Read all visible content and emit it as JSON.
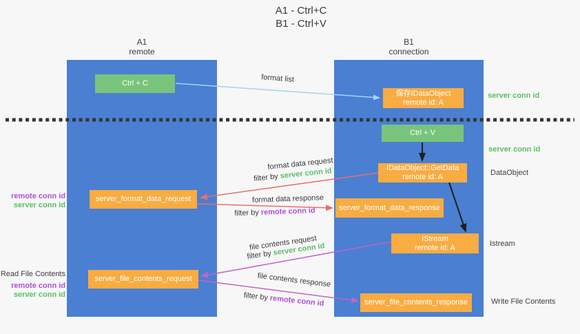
{
  "title": {
    "line1": "A1 - Ctrl+C",
    "line2": "B1 - Ctrl+V"
  },
  "lanes": {
    "a": {
      "name": "A1",
      "subtitle": "remote"
    },
    "b": {
      "name": "B1",
      "subtitle": "connection"
    }
  },
  "nodes": {
    "ctrl_c": {
      "label": "Ctrl + C"
    },
    "ctrl_v": {
      "label": "Ctrl + V"
    },
    "save_dataobject": {
      "line1": "保存IDataObject",
      "line2": "remote id: A"
    },
    "getdata": {
      "line1": "IDataObject::GetData",
      "line2": "remote id: A"
    },
    "istream": {
      "line1": "IStream",
      "line2": "remote id: A"
    },
    "format_request": {
      "label": "server_format_data_request"
    },
    "format_response": {
      "label": "server_format_data_response"
    },
    "file_request": {
      "label": "server_file_contents_request"
    },
    "file_response": {
      "label": "server_file_contents_response"
    }
  },
  "side_labels": {
    "server_conn_id_top": "server conn id",
    "server_conn_id_mid": "server conn id",
    "dataobject": "DataObject",
    "istream": "Istream",
    "read_file_contents": "Read File Contents",
    "write_file_contents": "Write File Contents",
    "pair_top": {
      "remote": "remote conn id",
      "server": "server conn id"
    },
    "pair_bottom": {
      "remote": "remote conn id",
      "server": "server conn id"
    }
  },
  "edge_labels": {
    "format_list": "format list",
    "format_data_request": "format data request",
    "filter_by_server_1": {
      "prefix": "filter by ",
      "value": "server conn id"
    },
    "format_data_response": "format data response",
    "filter_by_remote_1": {
      "prefix": "filter by ",
      "value": "remote conn id"
    },
    "file_contents_request": "file contents request",
    "filter_by_server_2": {
      "prefix": "filter by ",
      "value": "server conn id"
    },
    "file_contents_response": "file contents response",
    "filter_by_remote_2": {
      "prefix": "filter by ",
      "value": "remote conn id"
    }
  },
  "colors": {
    "lane_blue": "#4a7fd2",
    "node_orange": "#f8ac42",
    "node_green": "#79c47c",
    "text_green": "#5abf66",
    "text_purple": "#b050d6",
    "arrow_red": "#ee6e66",
    "arrow_magenta": "#c462c8",
    "arrow_lightblue": "#a8d3f0",
    "arrow_black": "#1f1f1f",
    "background": "#f7f7f7"
  }
}
